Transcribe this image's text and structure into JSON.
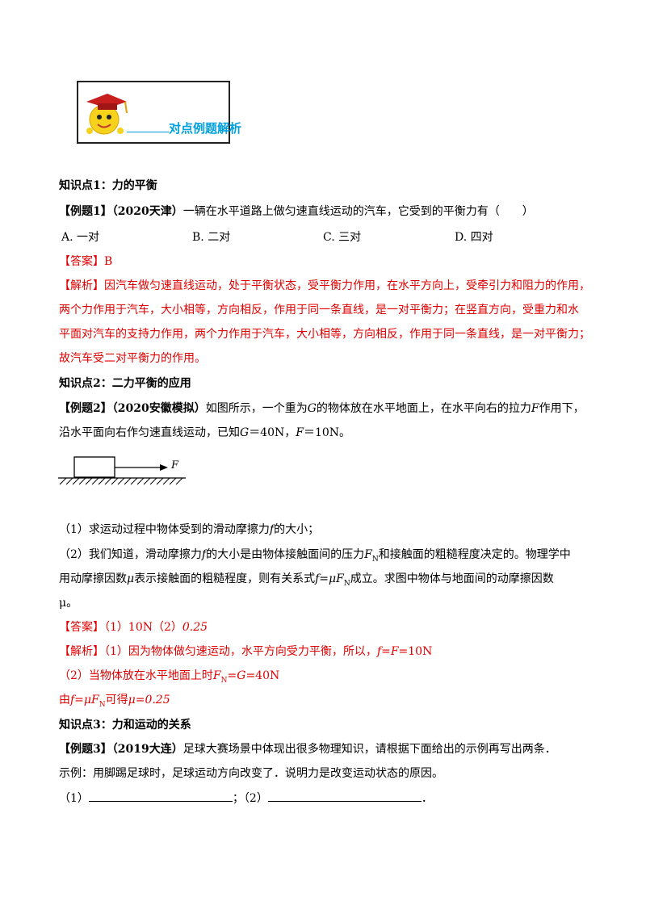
{
  "banner": {
    "title": "对点例题解析"
  },
  "sections": {
    "k1": "知识点1：力的平衡",
    "k2": "知识点2：二力平衡的应用",
    "k3": "知识点3：力和运动的关系"
  },
  "ex1": {
    "label": "【例题1】",
    "source": "（2020天津）",
    "question": "一辆在水平道路上做匀速直线运动的汽车，它受到的平衡力有（　　）",
    "options": [
      "A.  一对",
      "B.  二对",
      "C.  三对",
      "D.  四对"
    ],
    "answer_label": "【答案】",
    "answer": "B",
    "analysis_label": "【解析】",
    "analysis": [
      "因汽车做匀速直线运动，处于平衡状态，受平衡力作用，在水平方向上，受牵引力和阻力的作用，",
      "两个力作用于汽车，大小相等，方向相反，作用于同一条直线，是一对平衡力；在竖直方向，受重力和水",
      "平面对汽车的支持力作用，两个力作用于汽车，大小相等，方向相反，作用于同一条直线，是一对平衡力；",
      "故汽车受二对平衡力的作用。"
    ]
  },
  "ex2": {
    "label": "【例题2】",
    "source": "（2020安徽模拟）",
    "q_line1_a": "如图所示，一个重为",
    "G": "G",
    "q_line1_b": "的物体放在水平地面上，在水平向右的拉力",
    "F": "F",
    "q_line1_c": "作用下，",
    "q_line2": "沿水平面向右作匀速直线运动，已知",
    "given_g": "G",
    "given_g_val": "＝40N，",
    "given_f": "F",
    "given_f_val": "＝10N。",
    "figure_label": "F",
    "sub1_a": "（1）求运动过程中物体受到的滑动摩擦力",
    "sub1_f": "f",
    "sub1_b": "的大小；",
    "sub2_l1_a": "（2）我们知道，滑动摩擦力",
    "sub2_l1_f": "f",
    "sub2_l1_b": "的大小是由物体接触面间的压力",
    "sub2_l1_fn": "F",
    "sub2_l1_n": "N",
    "sub2_l1_c": "和接触面的粗糙程度决定的。物理学中",
    "sub2_l2_a": "用动摩擦因数",
    "sub2_l2_mu": "μ",
    "sub2_l2_b": "表示接触面的粗糙程度，则有关系式",
    "sub2_l2_formula": "f=μF",
    "sub2_l2_n": "N",
    "sub2_l2_c": "成立。求图中物体与地面间的动摩擦因数",
    "sub2_l3": "μ。",
    "answer_label": "【答案】",
    "answer_a": "（1）10N（2）",
    "answer_b": "0.25",
    "analysis_label": "【解析】",
    "analysis1_a": "（1）因为物体做匀速运动，水平方向受力平衡，所以，",
    "analysis1_b": "f=F",
    "analysis1_c": "=10N",
    "analysis2_a": "（2）当物体放在水平地面上时",
    "analysis2_b": "F",
    "analysis2_n": "N",
    "analysis2_c": "=G",
    "analysis2_d": "=40N",
    "analysis3_a": "由",
    "analysis3_b": "f=μF",
    "analysis3_n": "N",
    "analysis3_c": "可得",
    "analysis3_d": "μ=0.25"
  },
  "ex3": {
    "label": "【例题3】",
    "source": "（2019大连）",
    "question": "足球大赛场景中体现出很多物理知识，请根据下面给出的示例再写出两条．",
    "example": "示例：用脚踢足球时，足球运动方向改变了．说明力是改变运动状态的原因。",
    "blank1_label": "（1）",
    "sep": "；",
    "blank2_label": "（2）",
    "end": "．"
  }
}
